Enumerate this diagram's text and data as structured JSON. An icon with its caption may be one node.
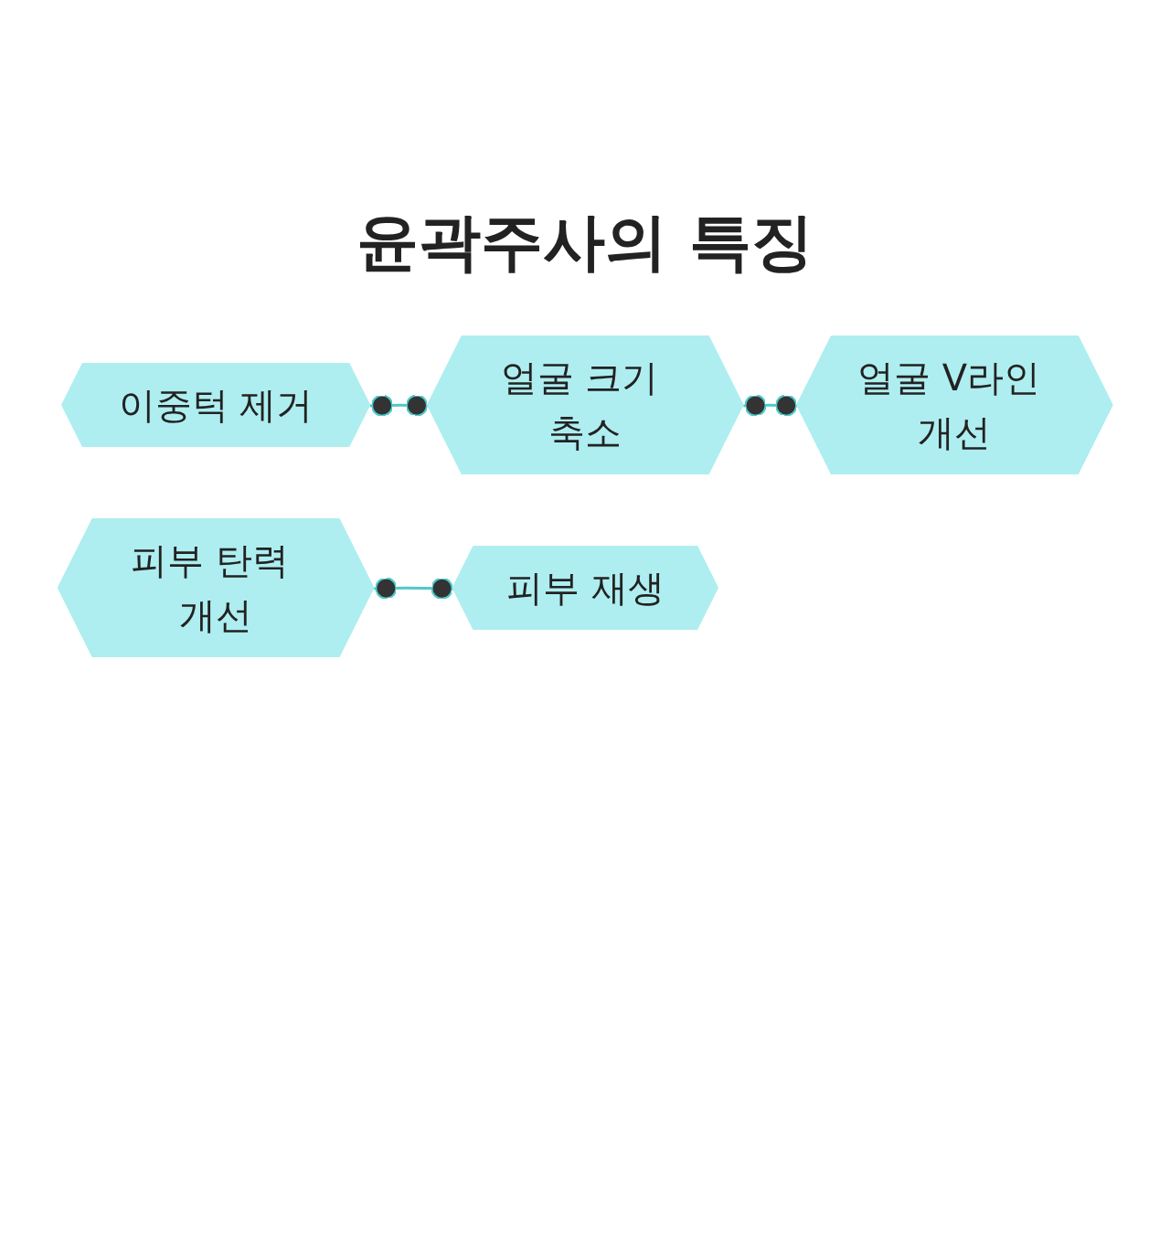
{
  "diagram": {
    "title": "윤곽주사의 특징",
    "nodes": [
      {
        "text": [
          "이중턱 제거"
        ]
      },
      {
        "text": [
          "얼굴 크기 축소"
        ]
      },
      {
        "text": [
          "얼굴 V라인 개선"
        ]
      },
      {
        "text": [
          "피부 탄력 개선"
        ]
      },
      {
        "text": [
          "피부 재생"
        ]
      }
    ],
    "edges": [
      {
        "from": 0,
        "to": 1,
        "arrow": "other"
      },
      {
        "from": 1,
        "to": 2,
        "arrow": "other"
      },
      {
        "from": 3,
        "to": 4,
        "arrow": "other"
      }
    ]
  }
}
